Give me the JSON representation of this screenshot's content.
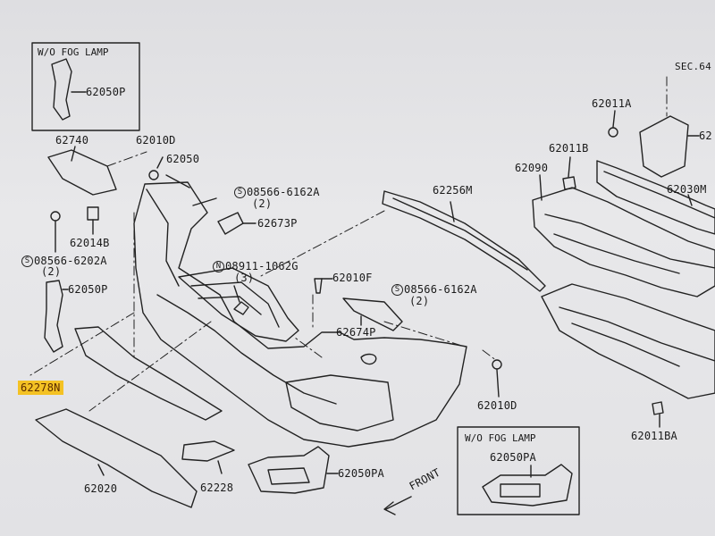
{
  "boxes": {
    "top_left_title": "W/O FOG LAMP",
    "bottom_right_title": "W/O FOG LAMP"
  },
  "sec_ref": "SEC.64",
  "front_label": "FRONT",
  "parts": {
    "p62050P_box": "62050P",
    "p62740": "62740",
    "p62010D_top": "62010D",
    "p62050": "62050",
    "screw_a_prefix": "S",
    "screw_a": "08566-6162A",
    "screw_a_qty": "(2)",
    "p62673P": "62673P",
    "p62014B": "62014B",
    "screw_b_prefix": "S",
    "screw_b": "08566-6202A",
    "screw_b_qty": "(2)",
    "nut_prefix": "N",
    "nut": "08911-1062G",
    "nut_qty": "(3)",
    "p62010F": "62010F",
    "screw_c_prefix": "S",
    "screw_c": "08566-6162A",
    "screw_c_qty": "(2)",
    "p62050P": "62050P",
    "p62278N": "62278N",
    "p62674P": "62674P",
    "p62010D_bot": "62010D",
    "p62256M": "62256M",
    "p62090": "62090",
    "p62011A": "62011A",
    "p62011B": "62011B",
    "p62030M": "62030M",
    "p62_right": "62",
    "p62011BA": "62011BA",
    "p62020": "62020",
    "p62228": "62228",
    "p62050PA": "62050PA",
    "p62050PA_box": "62050PA"
  },
  "colors": {
    "highlight": "#f4c224",
    "ink": "#1a1a1a",
    "paper": "#e4e4e6"
  }
}
